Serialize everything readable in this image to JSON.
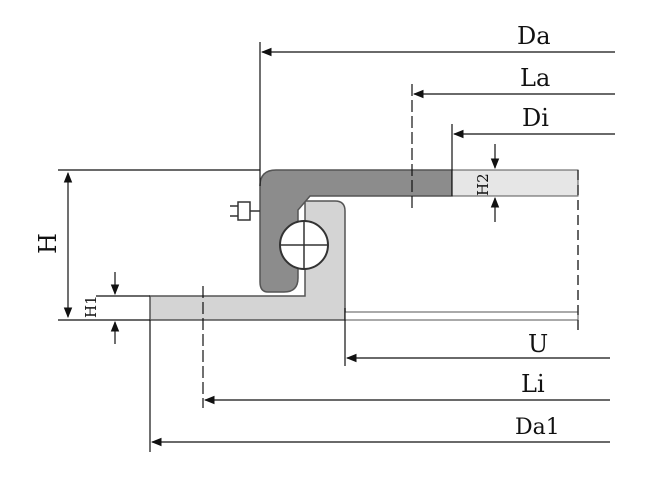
{
  "labels": {
    "Da": "Da",
    "La": "La",
    "Di": "Di",
    "H2": "H2",
    "H": "H",
    "H1": "H1",
    "U": "U",
    "Li": "Li",
    "Da1": "Da1"
  },
  "colors": {
    "line": "#111111",
    "outer_ring": "#8c8c8c",
    "inner_ring": "#d4d4d4",
    "ring_edge": "#555555",
    "ball": "#ffffff"
  }
}
